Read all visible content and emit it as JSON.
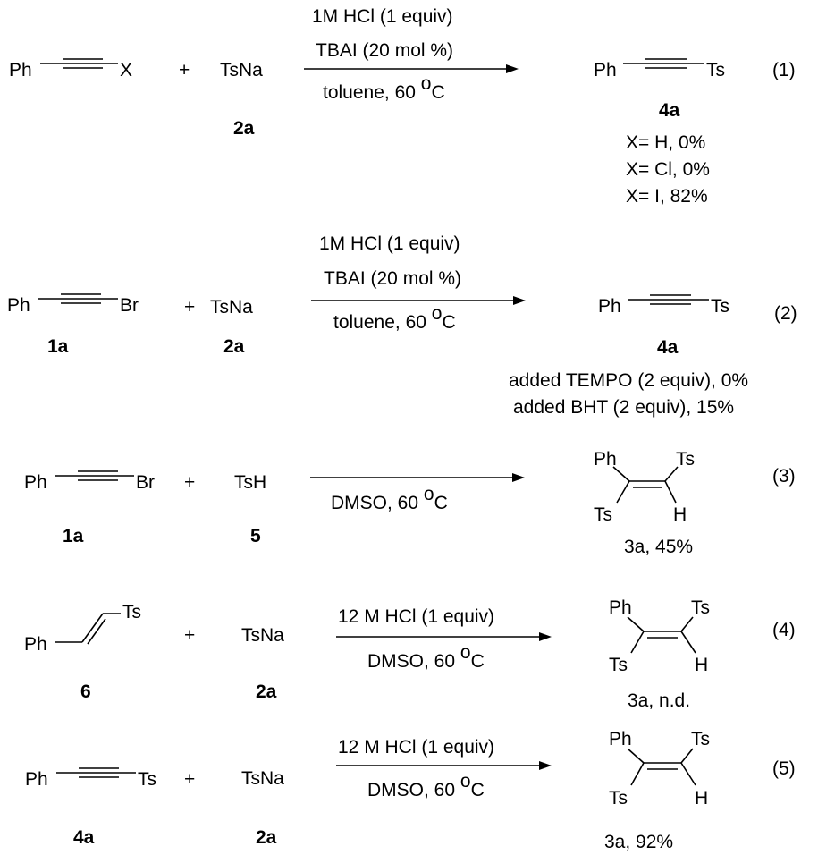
{
  "reactions": [
    {
      "id": "1",
      "number": "(1)",
      "reactant1": {
        "left": "Ph",
        "right": "X",
        "label": ""
      },
      "plus": "+",
      "reactant2": {
        "formula": "TsNa",
        "label": "2a"
      },
      "conditions_above": [
        "1M HCl (1 equiv)",
        "TBAI (20 mol %)"
      ],
      "conditions_below": {
        "text": "toluene, 60 ",
        "sup": "o",
        "unit": "C"
      },
      "product": {
        "left": "Ph",
        "right": "Ts",
        "label": "4a"
      },
      "notes": [
        "X= H, 0%",
        "X= Cl, 0%",
        "X= I, 82%"
      ]
    },
    {
      "id": "2",
      "number": "(2)",
      "reactant1": {
        "left": "Ph",
        "right": "Br",
        "label": "1a"
      },
      "plus": "+",
      "reactant2": {
        "formula": "TsNa",
        "label": "2a"
      },
      "conditions_above": [
        "1M HCl (1 equiv)",
        "TBAI (20 mol %)"
      ],
      "conditions_below": {
        "text": "toluene, 60 ",
        "sup": "o",
        "unit": "C"
      },
      "product": {
        "left": "Ph",
        "right": "Ts",
        "label": "4a"
      },
      "notes": [
        "added TEMPO (2 equiv), 0%",
        "added BHT (2 equiv), 15%"
      ]
    },
    {
      "id": "3",
      "number": "(3)",
      "reactant1": {
        "left": "Ph",
        "right": "Br",
        "label": "1a"
      },
      "plus": "+",
      "reactant2": {
        "formula": "TsH",
        "label": "5"
      },
      "conditions_below": {
        "text": "DMSO, 60 ",
        "sup": "o",
        "unit": "C"
      },
      "product": {
        "top_left": "Ph",
        "top_right": "Ts",
        "bottom_left": "Ts",
        "bottom_right": "H",
        "label": "3a",
        "yield": ", 45%"
      }
    },
    {
      "id": "4",
      "number": "(4)",
      "reactant1": {
        "top": "Ts",
        "bottom": "Ph",
        "label": "6"
      },
      "plus": "+",
      "reactant2": {
        "formula": "TsNa",
        "label": "2a"
      },
      "conditions_above": [
        "12 M HCl (1 equiv)"
      ],
      "conditions_below": {
        "text": "DMSO, 60 ",
        "sup": "o",
        "unit": "C"
      },
      "product": {
        "top_left": "Ph",
        "top_right": "Ts",
        "bottom_left": "Ts",
        "bottom_right": "H",
        "label": "3a",
        "yield": ", n.d."
      }
    },
    {
      "id": "5",
      "number": "(5)",
      "reactant1": {
        "left": "Ph",
        "right": "Ts",
        "label": "4a"
      },
      "plus": "+",
      "reactant2": {
        "formula": "TsNa",
        "label": "2a"
      },
      "conditions_above": [
        "12 M HCl (1 equiv)"
      ],
      "conditions_below": {
        "text": "DMSO, 60 ",
        "sup": "o",
        "unit": "C"
      },
      "product": {
        "top_left": "Ph",
        "top_right": "Ts",
        "bottom_left": "Ts",
        "bottom_right": "H",
        "label": "3a",
        "yield": ", 92%"
      }
    }
  ]
}
